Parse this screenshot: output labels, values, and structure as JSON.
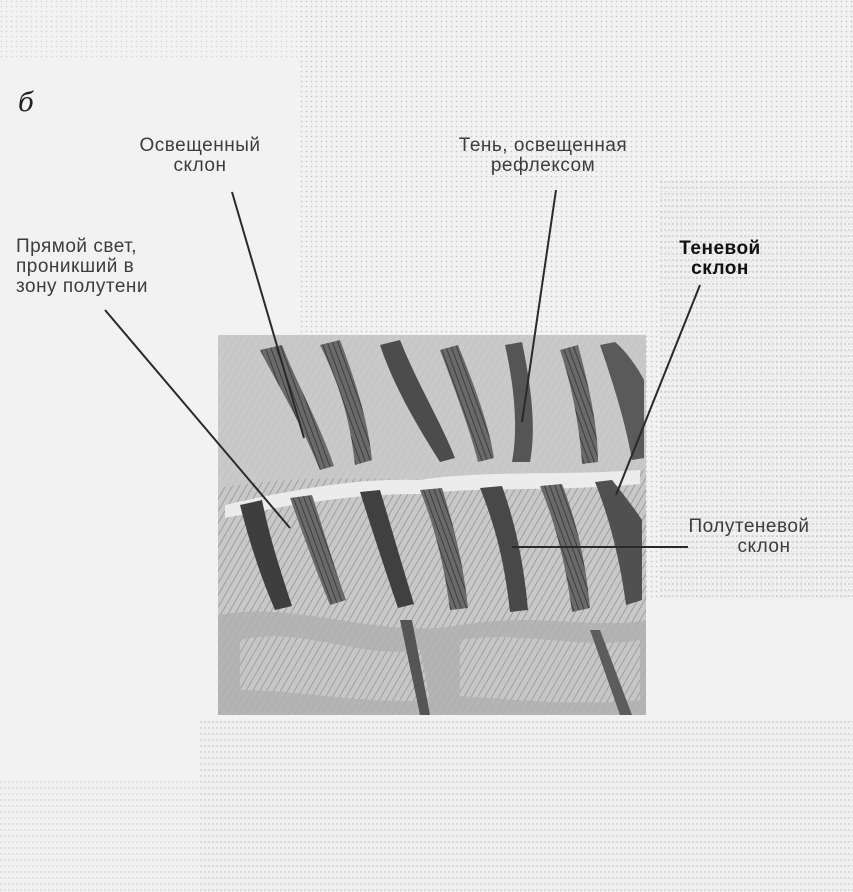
{
  "figure_letter": "б",
  "labels": {
    "lit_slope": [
      "Освещенный",
      "склон"
    ],
    "shadow_reflex": [
      "Тень, освещенная",
      "рефлексом"
    ],
    "direct_light": [
      "Прямой свет,",
      "проникший в",
      "зону полутени"
    ],
    "shadow_slope": [
      "Теневой",
      "склон"
    ],
    "half_shadow_slope": [
      "Полутеневой",
      "склон"
    ]
  },
  "colors": {
    "paper": "#f2f2f2",
    "terrain_light": "#d4d4d4",
    "terrain_mid": "#9a9a9a",
    "terrain_dark": "#4a4a4a",
    "leader": "#2a2a2a"
  }
}
